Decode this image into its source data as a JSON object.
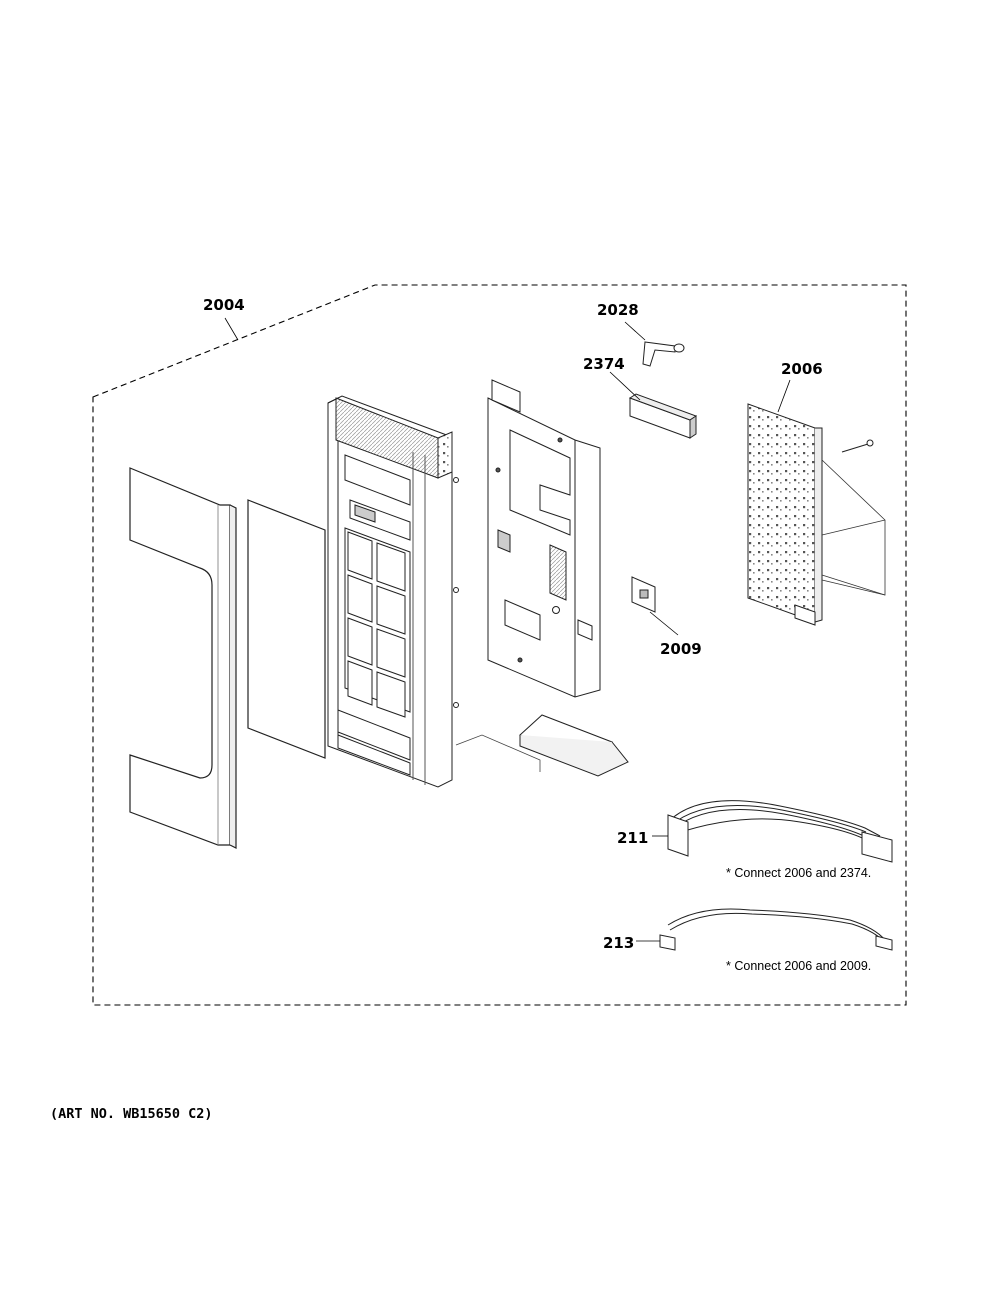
{
  "callouts": {
    "c2004": "2004",
    "c2028": "2028",
    "c2374": "2374",
    "c2006": "2006",
    "c2009": "2009",
    "c211": "211",
    "c213": "213"
  },
  "notes": {
    "harness_211": "* Connect 2006 and 2374.",
    "harness_213": "* Connect 2006 and 2009."
  },
  "art_number": "(ART NO. WB15650 C2)"
}
